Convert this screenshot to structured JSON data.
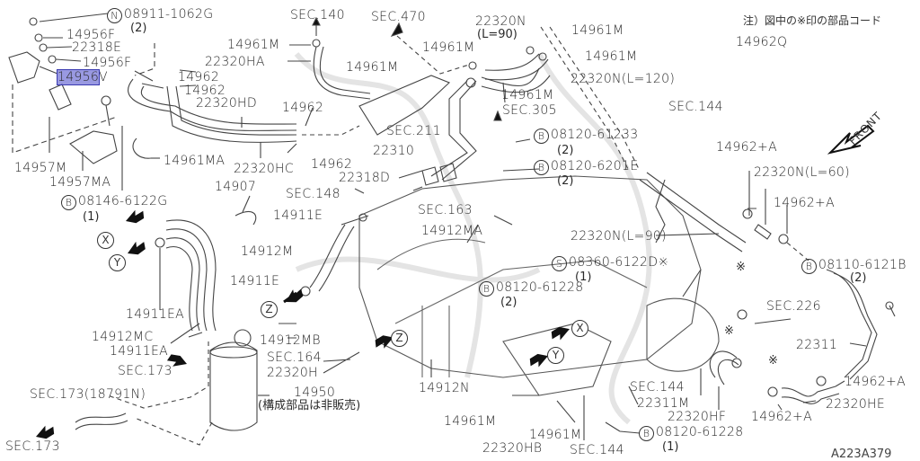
{
  "diagram": {
    "code": "A223A379",
    "note": {
      "line1": "注）図中の※印の部品コード",
      "line2": "14962Q"
    },
    "front_label": "FRONT",
    "highlight_color": "#5a5ac8",
    "labels": {
      "n_08911": "08911-1062G",
      "n_08911_qty": "(2)",
      "p14956F_a": "14956F",
      "p22318E": "22318E",
      "p14956F_b": "14956F",
      "p14956V_hl": "14956",
      "p14956V_suffix": "V",
      "p14962_a": "14962",
      "p14962_b": "14962",
      "p22320HD": "22320HD",
      "p14957M": "14957M",
      "p14957MA": "14957MA",
      "p14961MA": "14961MA",
      "p22320HC": "22320HC",
      "p14962_c": "14962",
      "p14962_d": "14962",
      "b_08146": "08146-6122G",
      "b_08146_qty": "(1)",
      "sec140": "SEC.140",
      "sec470": "SEC.470",
      "p14961M_a": "14961M",
      "p22320HA": "22320HA",
      "p14961M_b": "14961M",
      "p14961M_c": "14961M",
      "p22320N_90_top": "22320N",
      "p22320N_90_top_len": "(L=90)",
      "p14961M_d": "14961M",
      "p14961M_e": "14961M",
      "p22320N_120": "22320N(L=120)",
      "p14961M_f": "14961M",
      "sec305": "SEC.305",
      "sec211": "SEC.211",
      "b_08120_61233": "08120-61233",
      "b_08120_61233_qty": "(2)",
      "p22310": "22310",
      "b_08120_6201E": "08120-6201E",
      "b_08120_6201E_qty": "(2)",
      "p22318D": "22318D",
      "sec148": "SEC.148",
      "p14907": "14907",
      "p14911E_a": "14911E",
      "sec163": "SEC.163",
      "p14912MA": "14912MA",
      "p14912M": "14912M",
      "p14911E_b": "14911E",
      "p14911EA_a": "14911EA",
      "sec144_top": "SEC.144",
      "p14962A_a": "14962+A",
      "p22320N_60": "22320N(L=60)",
      "p14962A_b": "14962+A",
      "p22320N_90_mid": "22320N(L=90)",
      "s_08360": "08360-6122D",
      "s_08360_mark": "※",
      "s_08360_qty": "(1)",
      "b_08110": "08110-6121B",
      "b_08110_qty": "(2)",
      "b_08120_61228_a": "08120-61228",
      "b_08120_61228_a_qty": "(2)",
      "sec226": "SEC.226",
      "p14912MC": "14912MC",
      "p14912MB": "14912MB",
      "p14911EA_b": "14911EA",
      "sec164": "SEC.164",
      "p22320H": "22320H",
      "sec173_a": "SEC.173",
      "p22311": "22311",
      "p14962A_c": "14962+A",
      "p22320HE": "22320HE",
      "p14962A_d": "14962+A",
      "p14950": "14950",
      "p14950_note": "(構成部品は非販売)",
      "sec173_18791N": "SEC.173(18791N)",
      "sec173_b": "SEC.173",
      "p14912N": "14912N",
      "p14961M_g": "14961M",
      "p14961M_h": "14961M",
      "p22320HB": "22320HB",
      "sec144_mid": "SEC.144",
      "p22311M": "22311M",
      "p22320HF": "22320HF",
      "sec144_bot": "SEC.144",
      "b_08120_61228_b": "08120-61228",
      "b_08120_61228_b_qty": "(1)",
      "mark_a": "※",
      "mark_b": "※",
      "mark_c": "※"
    },
    "symbols": {
      "N": "N",
      "B": "B",
      "S": "S",
      "X": "X",
      "Y": "Y",
      "Z": "Z"
    }
  }
}
